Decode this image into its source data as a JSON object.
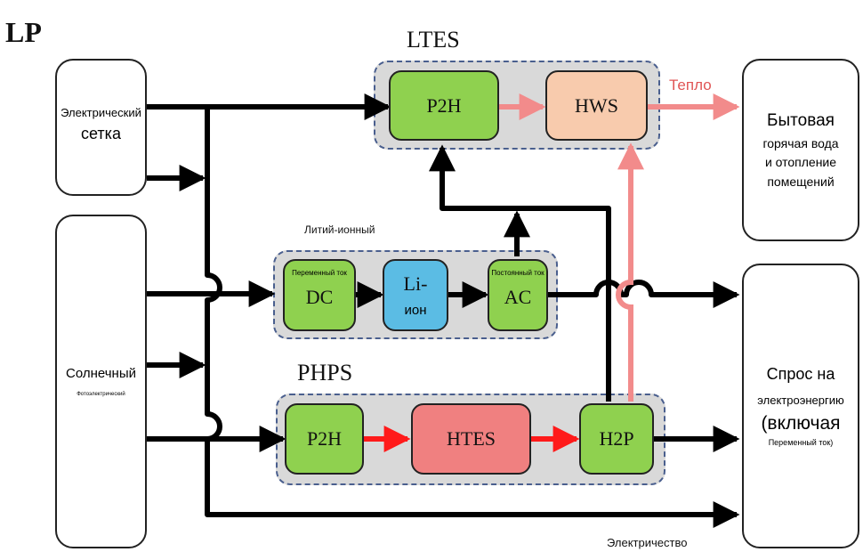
{
  "figure_label": "LP",
  "groups": {
    "ltes": "LTES",
    "li_ion": "Литий-ионный",
    "phps": "PHPS"
  },
  "inputs": {
    "grid_line1": "Электрический",
    "grid_line2": "сетка",
    "solar_line1": "Солнечный",
    "solar_line2": "Фотоэлектрический"
  },
  "outputs": {
    "heat_line1": "Бытовая",
    "heat_line2": "горячая вода",
    "heat_line3": "и отопление",
    "heat_line4": "помещений",
    "demand_line1": "Спрос на",
    "demand_line2": "электроэнергию",
    "demand_line3": "(включая",
    "demand_line4": "Переменный ток)"
  },
  "blocks": {
    "ltes_p2h": "P2H",
    "ltes_hws": "HWS",
    "dc_small": "Переменный ток",
    "dc_main": "DC",
    "li_main": "Li-",
    "li_sub": "ион",
    "ac_small": "Постоянный ток",
    "ac_main": "AC",
    "phps_p2h": "P2H",
    "phps_htes": "HTES",
    "phps_h2p": "H2P"
  },
  "flow_labels": {
    "heat": "Тепло",
    "electricity": "Электричество"
  },
  "colors": {
    "green": "#8fd14f",
    "peach": "#f8cbad",
    "blue": "#5bbce4",
    "pink_block": "#f08080",
    "heat_arrow": "#f28b8b",
    "red_arrow": "#ff1a1a",
    "power_line": "#000000"
  }
}
